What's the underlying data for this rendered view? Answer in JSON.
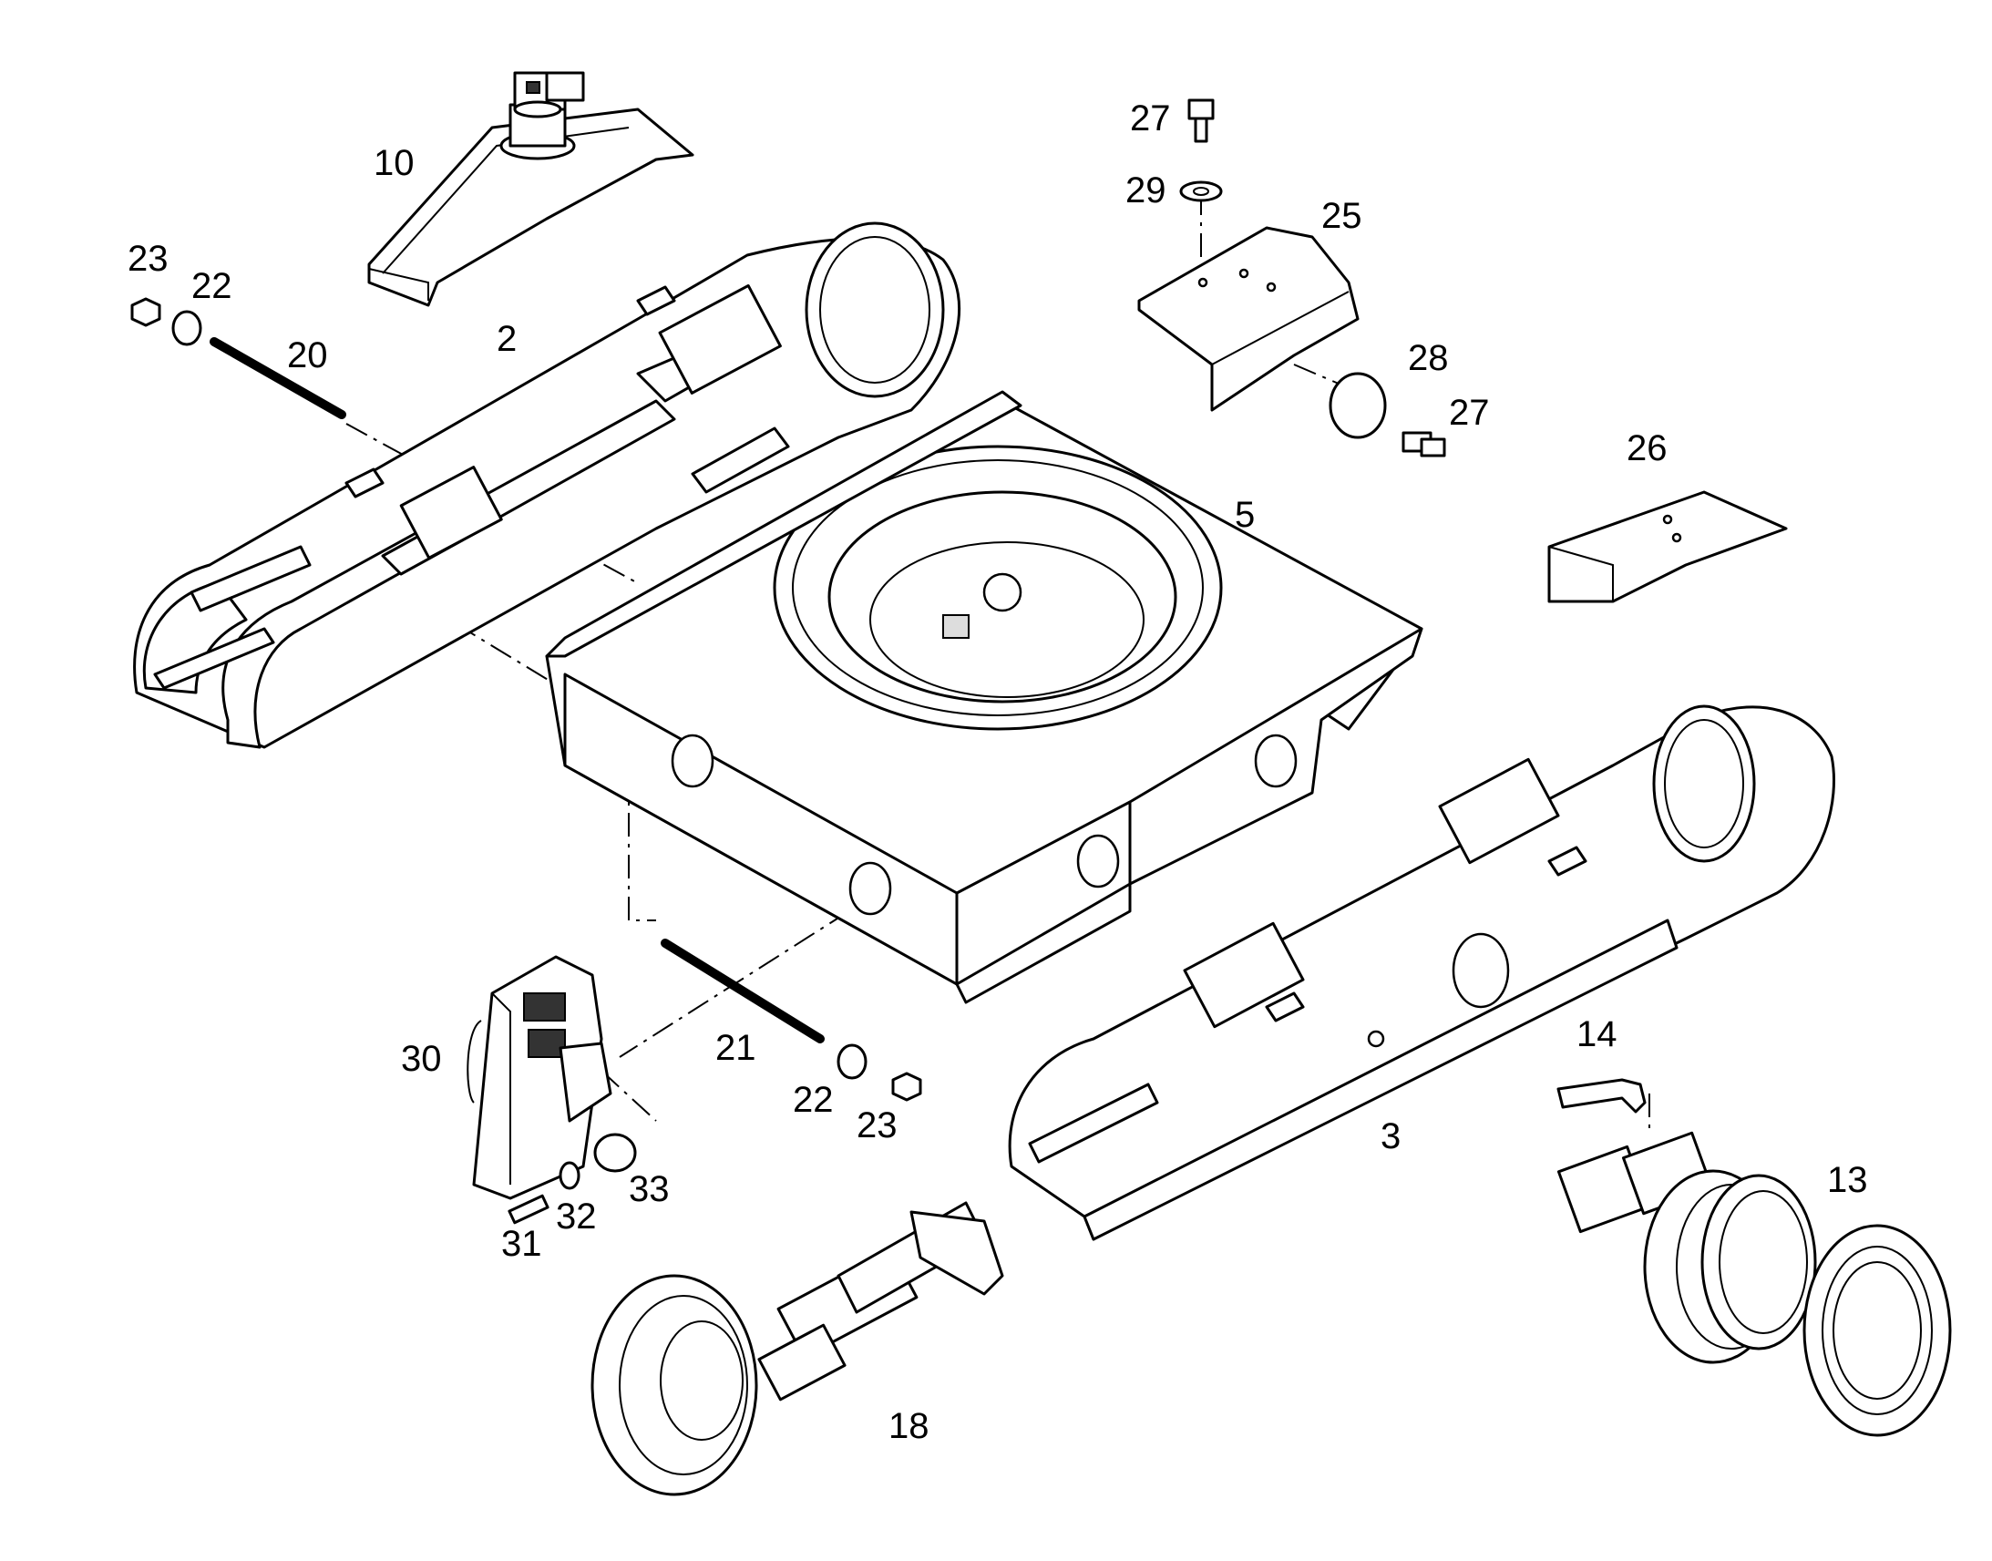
{
  "labels": {
    "l10": "10",
    "l2": "2",
    "l23a": "23",
    "l22a": "22",
    "l20": "20",
    "l27a": "27",
    "l29": "29",
    "l25": "25",
    "l28": "28",
    "l27b": "27",
    "l26": "26",
    "l5": "5",
    "l30": "30",
    "l21": "21",
    "l22b": "22",
    "l23b": "23",
    "l31": "31",
    "l32": "32",
    "l33": "33",
    "l14": "14",
    "l3": "3",
    "l13": "13",
    "l18": "18"
  },
  "colors": {
    "line": "#000000",
    "background": "#ffffff"
  }
}
